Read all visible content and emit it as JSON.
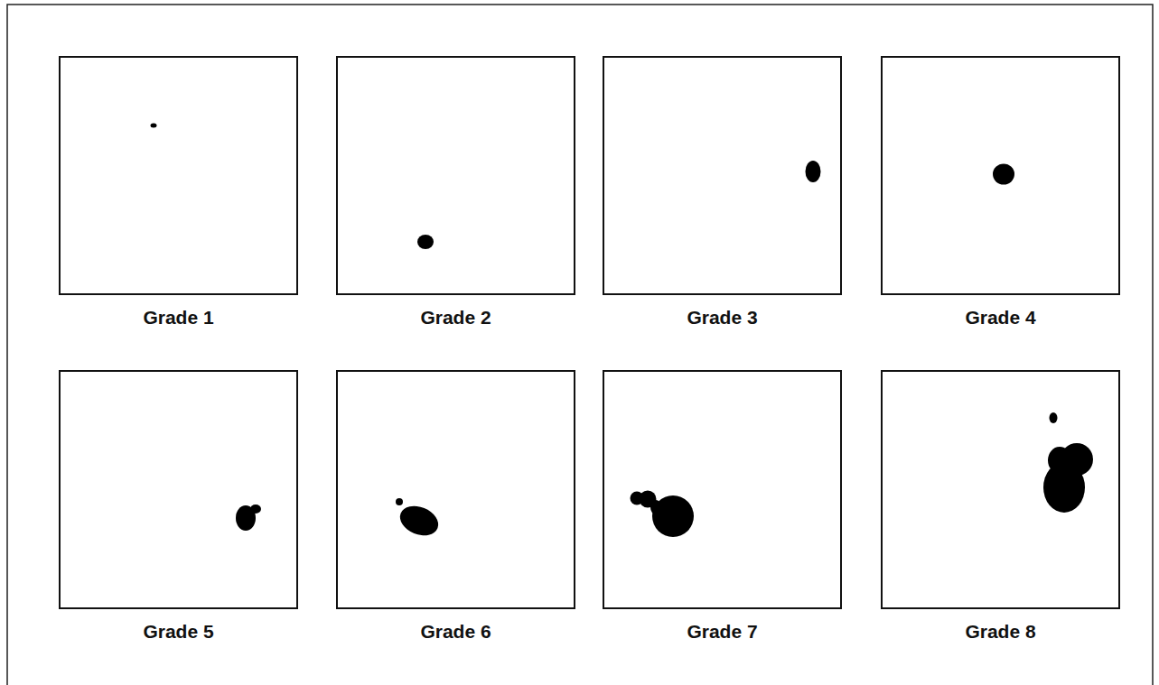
{
  "diagram": {
    "nodes": [
      {
        "text": [
          "Grade 1"
        ]
      },
      {
        "text": [
          "Grade 2"
        ]
      },
      {
        "text": [
          "Grade 3"
        ]
      },
      {
        "text": [
          "Grade 4"
        ]
      },
      {
        "text": [
          "Grade 5"
        ]
      },
      {
        "text": [
          "Grade 6"
        ]
      },
      {
        "text": [
          "Grade 7"
        ]
      },
      {
        "text": [
          "Grade 8"
        ]
      }
    ]
  }
}
